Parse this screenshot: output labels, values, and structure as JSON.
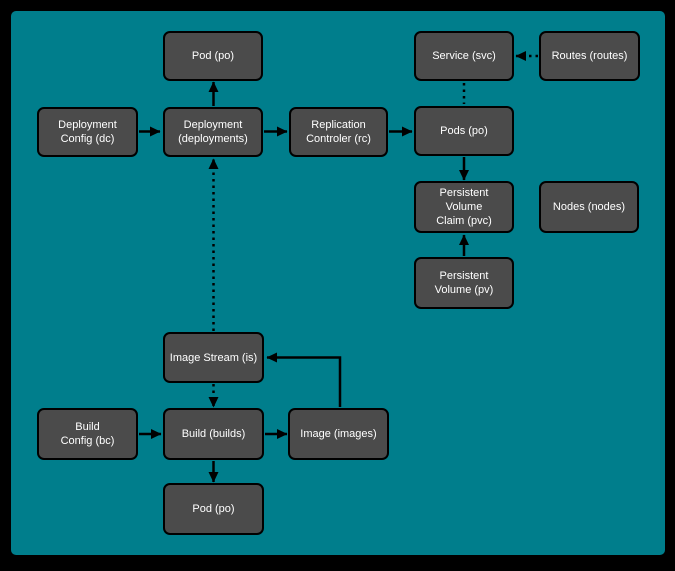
{
  "diagram": {
    "title": "OpenShift / Kubernetes resource relationship diagram",
    "colors": {
      "background": "#007e8c",
      "frame": "#000000",
      "node_fill": "#4b4b4b",
      "node_border": "#000000",
      "node_text": "#ffffff",
      "connector": "#000000"
    },
    "nodes": [
      {
        "id": "pod-top",
        "label": "Pod (po)"
      },
      {
        "id": "deployment-config",
        "label": "Deployment\nConfig (dc)"
      },
      {
        "id": "deployment",
        "label": "Deployment\n(deployments)"
      },
      {
        "id": "replication-controller",
        "label": "Replication\nControler (rc)"
      },
      {
        "id": "service",
        "label": "Service (svc)"
      },
      {
        "id": "routes",
        "label": "Routes (routes)"
      },
      {
        "id": "pods",
        "label": "Pods (po)"
      },
      {
        "id": "persistent-volume-claim",
        "label": "Persistent\nVolume\nClaim (pvc)"
      },
      {
        "id": "nodes",
        "label": "Nodes (nodes)"
      },
      {
        "id": "persistent-volume",
        "label": "Persistent\nVolume (pv)"
      },
      {
        "id": "image-stream",
        "label": "Image Stream (is)"
      },
      {
        "id": "build-config",
        "label": "Build\nConfig (bc)"
      },
      {
        "id": "build",
        "label": "Build (builds)"
      },
      {
        "id": "image",
        "label": "Image (images)"
      },
      {
        "id": "pod-bottom",
        "label": "Pod (po)"
      }
    ],
    "edges": [
      {
        "from": "deployment-config",
        "to": "deployment",
        "style": "solid",
        "arrow": "end"
      },
      {
        "from": "deployment",
        "to": "pod-top",
        "style": "solid",
        "arrow": "end"
      },
      {
        "from": "deployment",
        "to": "replication-controller",
        "style": "solid",
        "arrow": "end"
      },
      {
        "from": "replication-controller",
        "to": "pods",
        "style": "solid",
        "arrow": "end"
      },
      {
        "from": "routes",
        "to": "service",
        "style": "dotted",
        "arrow": "end"
      },
      {
        "from": "service",
        "to": "pods",
        "style": "dotted",
        "arrow": "none"
      },
      {
        "from": "pods",
        "to": "persistent-volume-claim",
        "style": "solid",
        "arrow": "end"
      },
      {
        "from": "persistent-volume",
        "to": "persistent-volume-claim",
        "style": "solid",
        "arrow": "end"
      },
      {
        "from": "image-stream",
        "to": "deployment",
        "style": "dotted",
        "arrow": "end"
      },
      {
        "from": "image-stream",
        "to": "build",
        "style": "dotted",
        "arrow": "end"
      },
      {
        "from": "build-config",
        "to": "build",
        "style": "solid",
        "arrow": "end"
      },
      {
        "from": "build",
        "to": "image",
        "style": "solid",
        "arrow": "end"
      },
      {
        "from": "build",
        "to": "pod-bottom",
        "style": "solid",
        "arrow": "end"
      },
      {
        "from": "image",
        "to": "image-stream",
        "style": "solid",
        "arrow": "end"
      }
    ]
  }
}
